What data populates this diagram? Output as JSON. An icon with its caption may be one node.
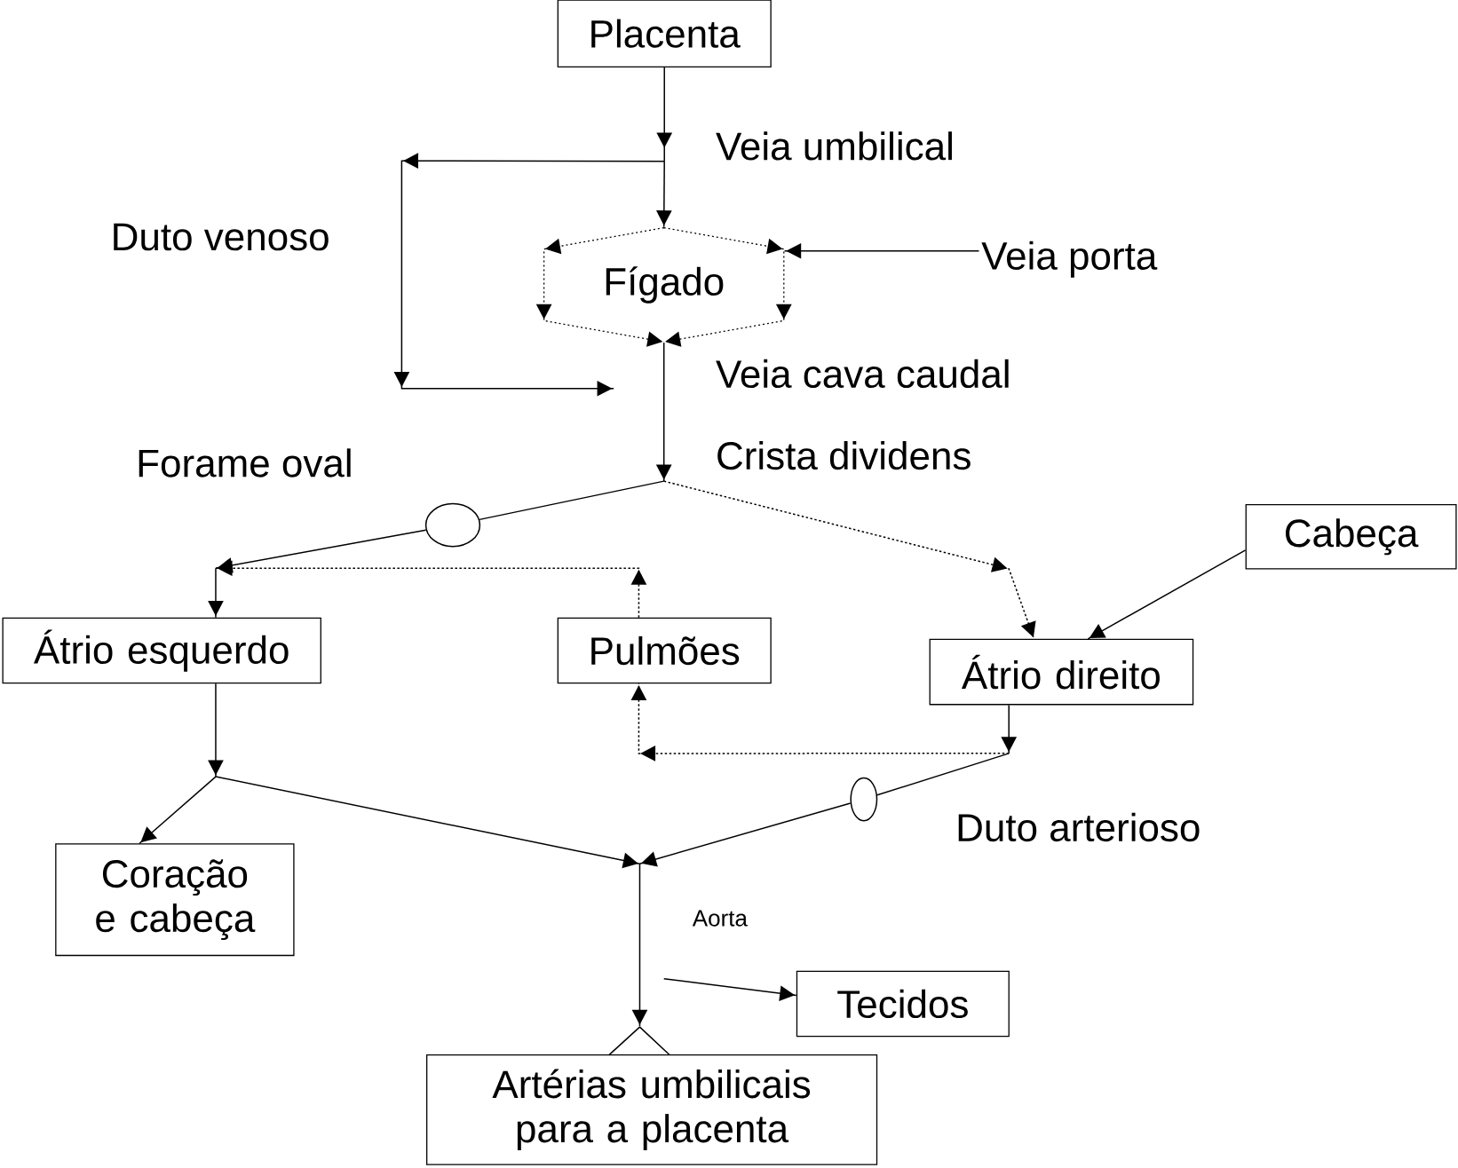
{
  "diagram": {
    "nodes": [
      {
        "text": [
          "Placenta"
        ]
      },
      {
        "text": [
          "Fígado"
        ]
      },
      {
        "text": [
          "Veia porta"
        ]
      },
      {
        "text": [],
        "shape": "ellipse",
        "beside": [
          "Forame oval"
        ]
      },
      {
        "text": [
          "Cabeça"
        ]
      },
      {
        "text": [
          "Átrio esquerdo"
        ]
      },
      {
        "text": [
          "Pulmões"
        ]
      },
      {
        "text": [
          "Átrio direito"
        ]
      },
      {
        "text": [],
        "shape": "ellipse",
        "beside": [
          "Duto arterioso"
        ]
      },
      {
        "text": [
          "Coração e cabeça"
        ]
      },
      {
        "text": [
          "Tecidos"
        ]
      },
      {
        "text": [
          "Artérias umbilicais para a placenta"
        ]
      }
    ],
    "edges": [
      {
        "from": 0,
        "to": 1,
        "arrow": "to",
        "label": "Veia umbilical"
      },
      {
        "from": 2,
        "to": 1,
        "arrow": "to"
      },
      {
        "from": 1,
        "to": 3,
        "arrow": "none"
      },
      {
        "from": 3,
        "to": 5,
        "arrow": "to"
      },
      {
        "from": 1,
        "to": 7,
        "arrow": "to",
        "style": "dashed"
      },
      {
        "from": 4,
        "to": 7,
        "arrow": "to"
      },
      {
        "from": 6,
        "to": 5,
        "arrow": "to",
        "style": "dashed"
      },
      {
        "from": 7,
        "to": 6,
        "arrow": "to",
        "style": "dashed"
      },
      {
        "from": 5,
        "to": 9,
        "arrow": "to"
      },
      {
        "from": 7,
        "to": 8,
        "arrow": "none"
      },
      {
        "from": 5,
        "to": 11,
        "arrow": "to"
      },
      {
        "from": 8,
        "to": 11,
        "arrow": "to"
      },
      {
        "from": null,
        "to": 10,
        "arrow": "to"
      },
      {
        "from": 0,
        "to": null,
        "arrow": "to",
        "label": "Duto venoso"
      }
    ],
    "labels": [
      "Veia cava caudal",
      "Crista dividens",
      "Aorta"
    ]
  }
}
